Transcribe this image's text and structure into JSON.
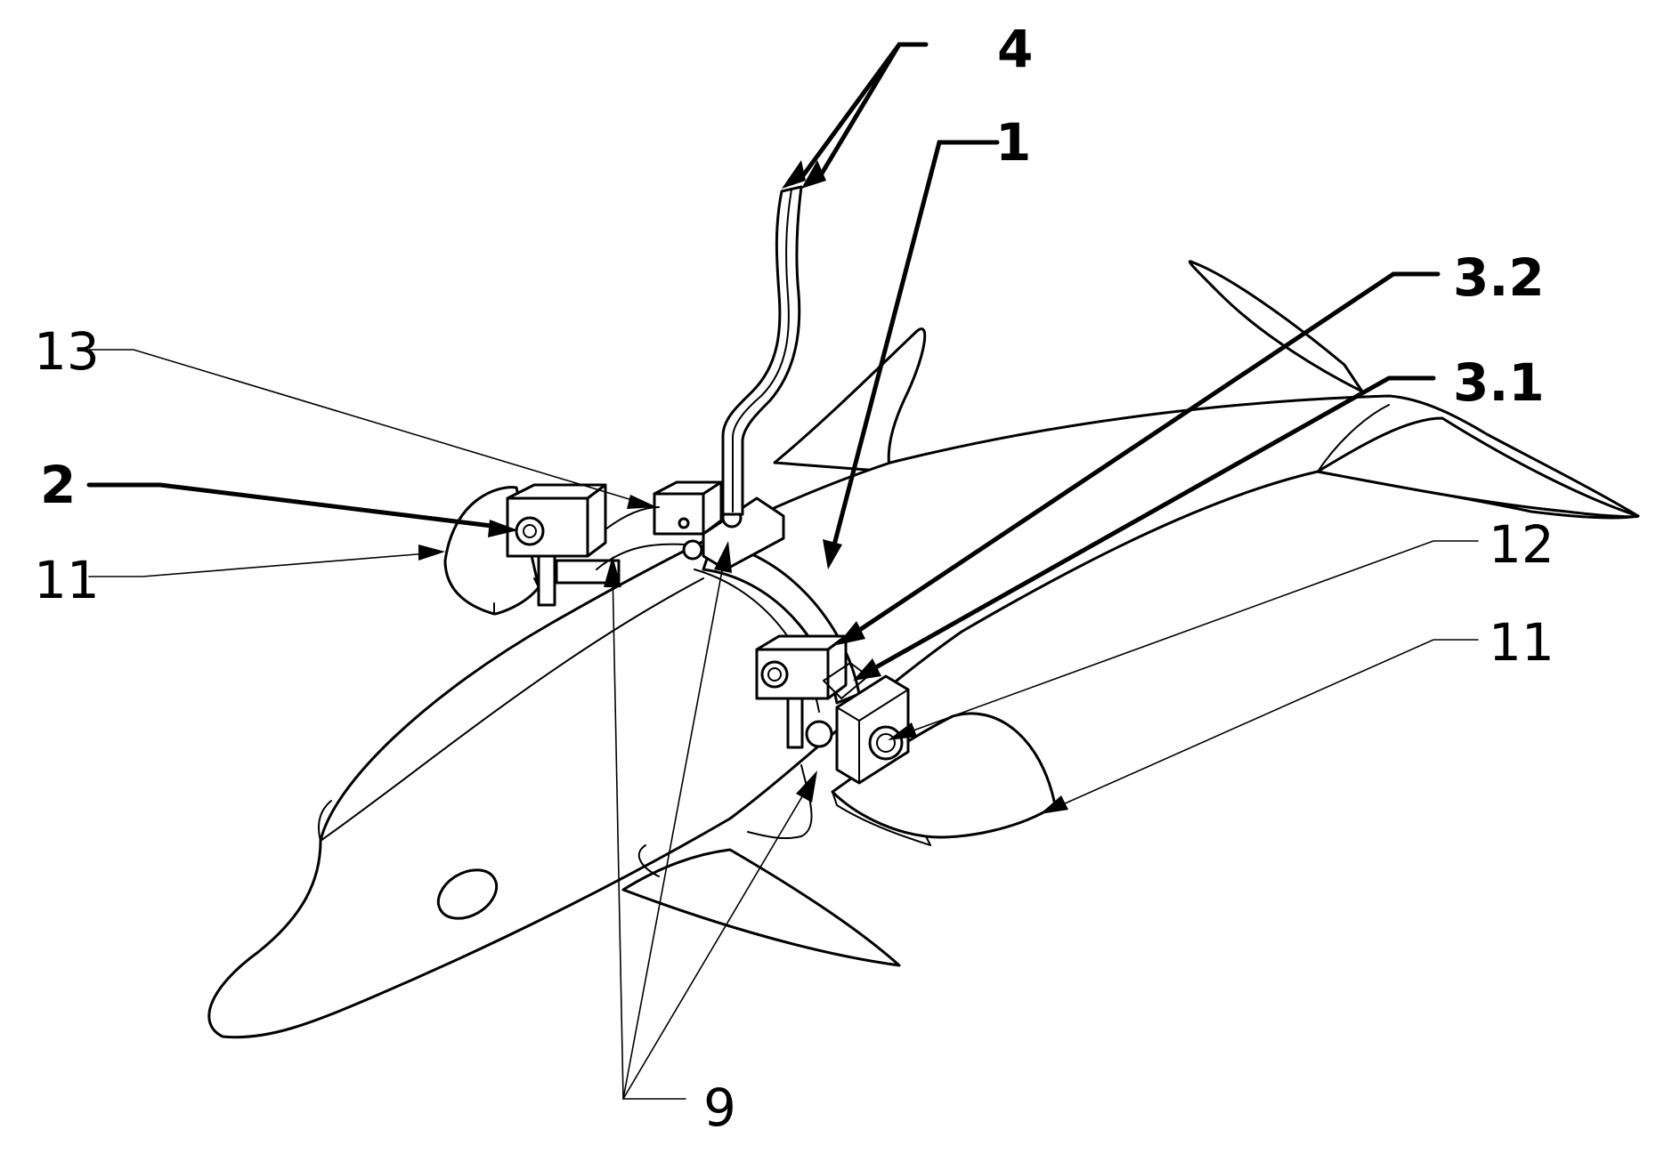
{
  "figure": {
    "labels": {
      "label_4": "4",
      "label_1": "1",
      "label_3_2": "3.2",
      "label_3_1": "3.1",
      "label_13": "13",
      "label_2": "2",
      "label_11_left": "11",
      "label_12": "12",
      "label_11_right": "11",
      "label_9": "9"
    }
  }
}
